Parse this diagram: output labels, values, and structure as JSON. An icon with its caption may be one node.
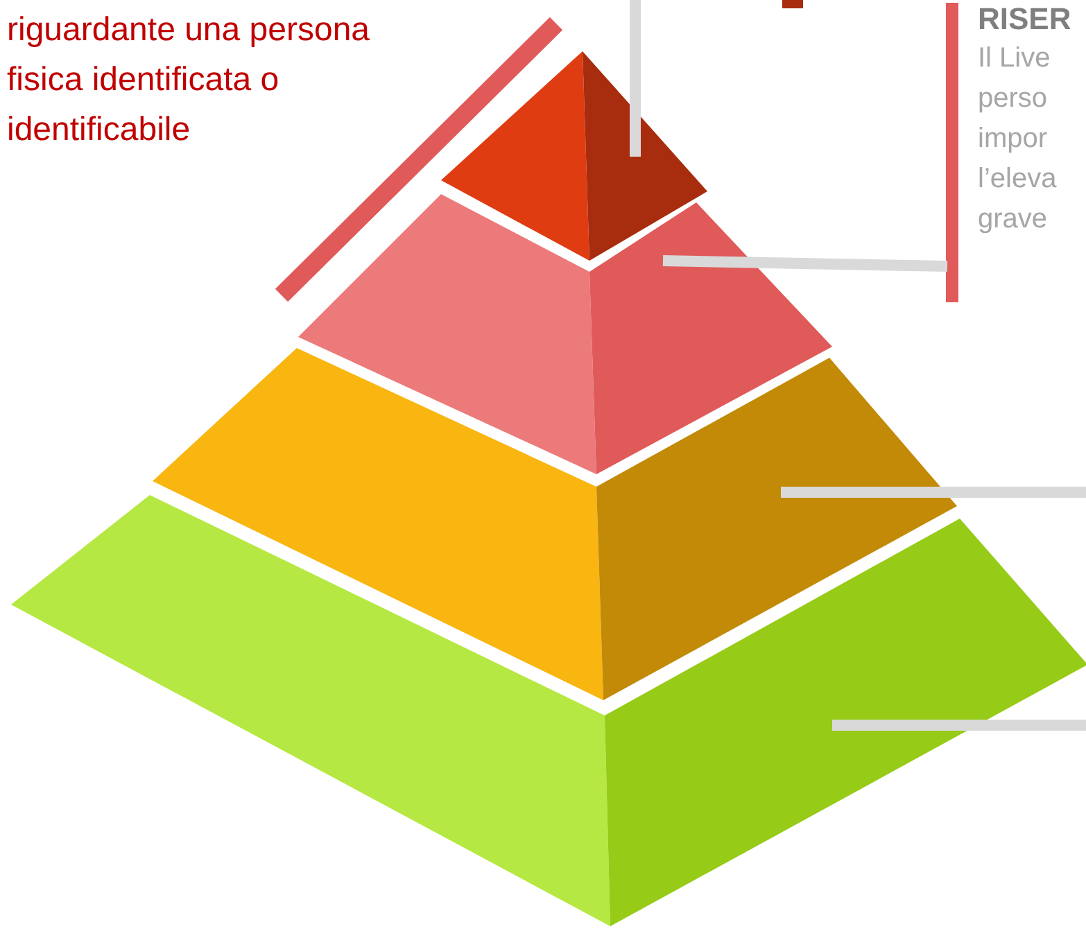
{
  "diagram": {
    "nodes": [
      {
        "text": [],
        "shape": "triangle"
      },
      {
        "text": [],
        "shape": "trapezoid"
      },
      {
        "text": [],
        "shape": "trapezoid"
      },
      {
        "text": [],
        "shape": "trapezoid"
      },
      {
        "text": [
          "RISER",
          "Il Live perso impor l’eleva grave"
        ]
      }
    ],
    "edges": [
      {
        "from": null,
        "to": 0,
        "arrow": "none"
      },
      {
        "from": 4,
        "to": 1,
        "arrow": "none"
      },
      {
        "from": null,
        "to": 2,
        "arrow": "none"
      },
      {
        "from": null,
        "to": 3,
        "arrow": "none"
      }
    ],
    "labels": [
      "riguardante una persona fisica identificata o identificabile"
    ]
  }
}
